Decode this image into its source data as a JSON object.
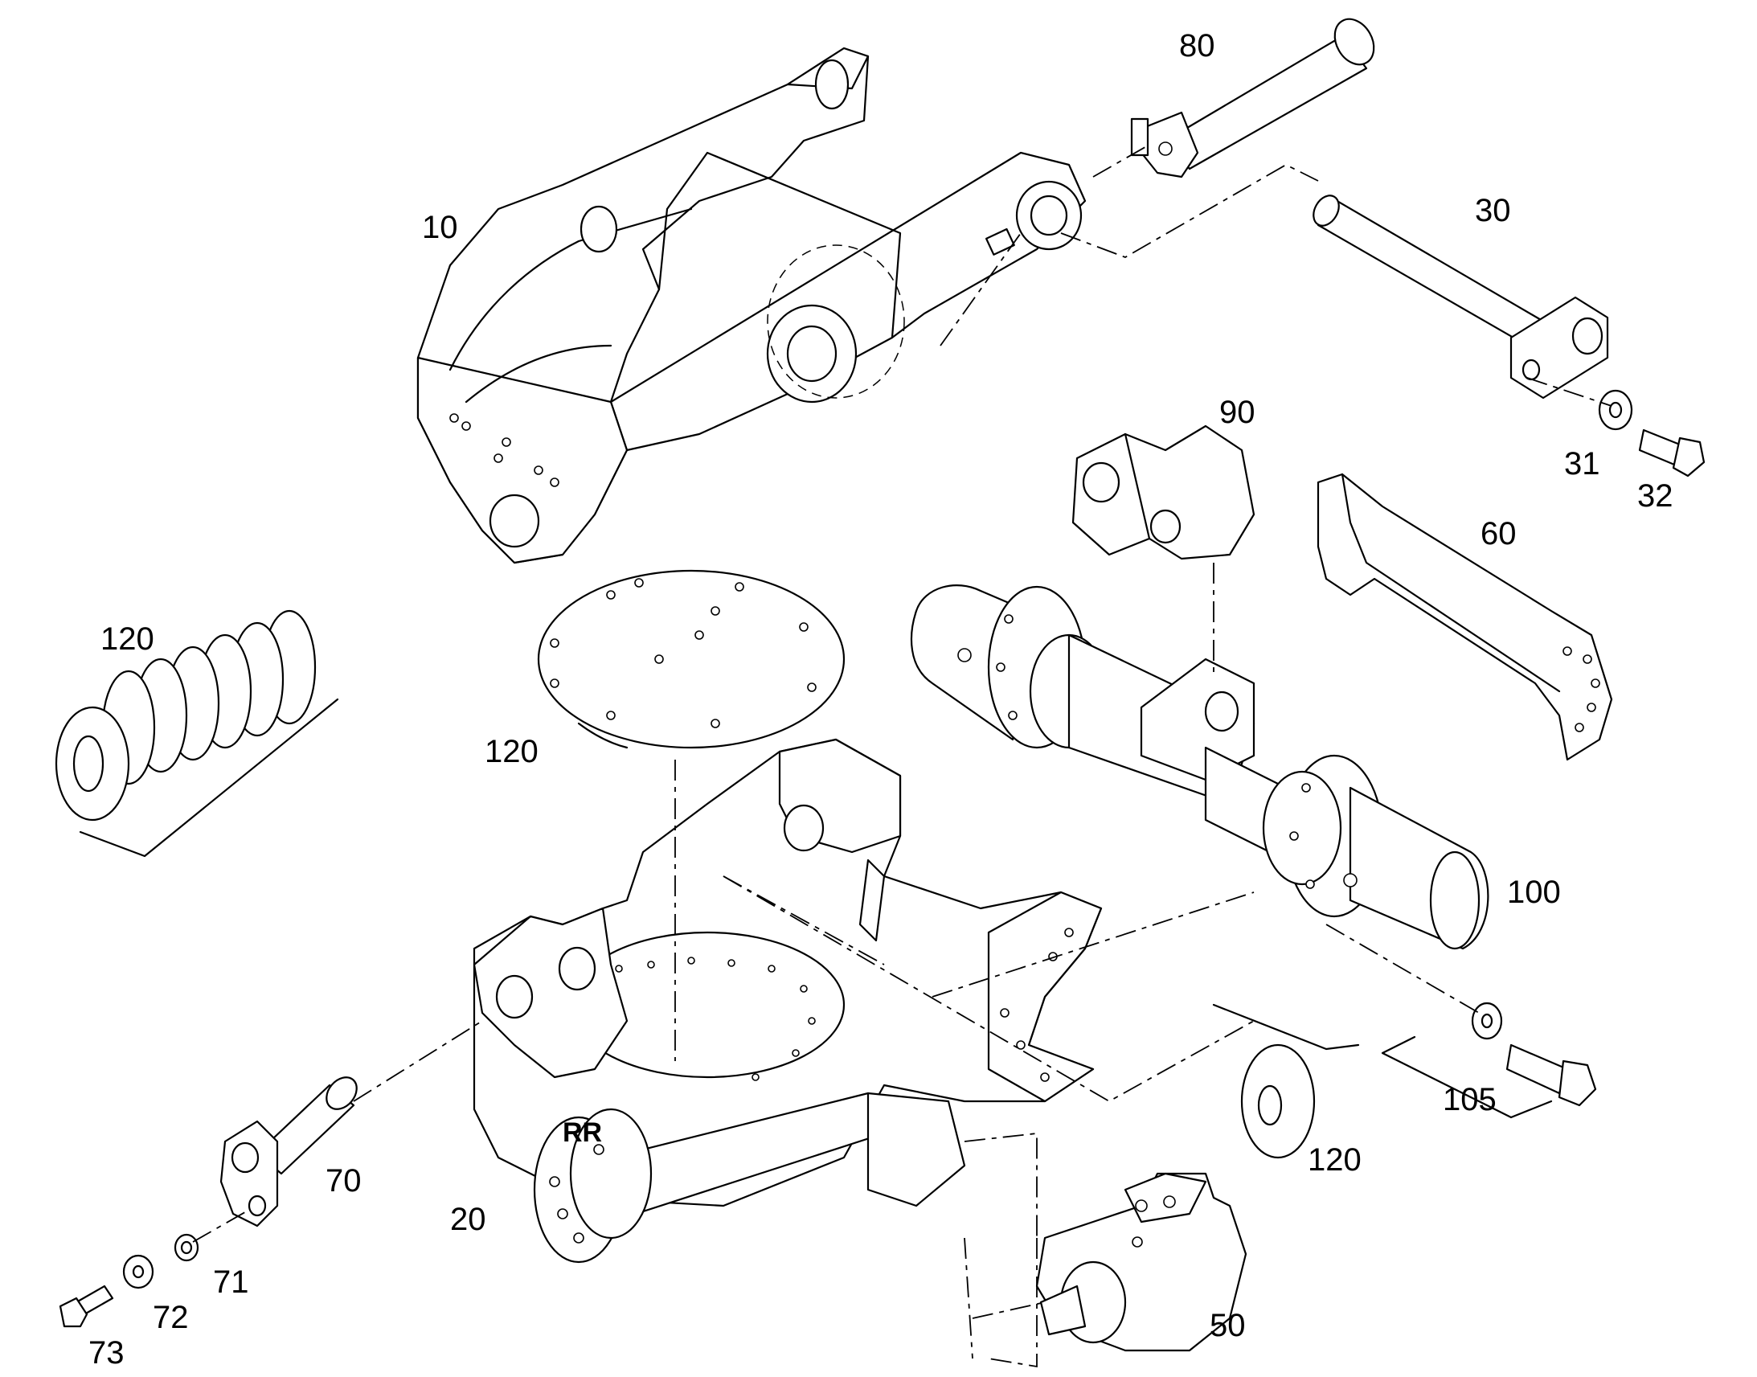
{
  "callouts": [
    {
      "id": "10",
      "text": "10"
    },
    {
      "id": "80",
      "text": "80"
    },
    {
      "id": "30",
      "text": "30"
    },
    {
      "id": "31",
      "text": "31"
    },
    {
      "id": "32",
      "text": "32"
    },
    {
      "id": "90",
      "text": "90"
    },
    {
      "id": "60",
      "text": "60"
    },
    {
      "id": "120a",
      "text": "120"
    },
    {
      "id": "120b",
      "text": "120"
    },
    {
      "id": "100",
      "text": "100"
    },
    {
      "id": "105",
      "text": "105"
    },
    {
      "id": "120c",
      "text": "120"
    },
    {
      "id": "70",
      "text": "70"
    },
    {
      "id": "20",
      "text": "20"
    },
    {
      "id": "71",
      "text": "71"
    },
    {
      "id": "72",
      "text": "72"
    },
    {
      "id": "73",
      "text": "73"
    },
    {
      "id": "50",
      "text": "50"
    }
  ]
}
